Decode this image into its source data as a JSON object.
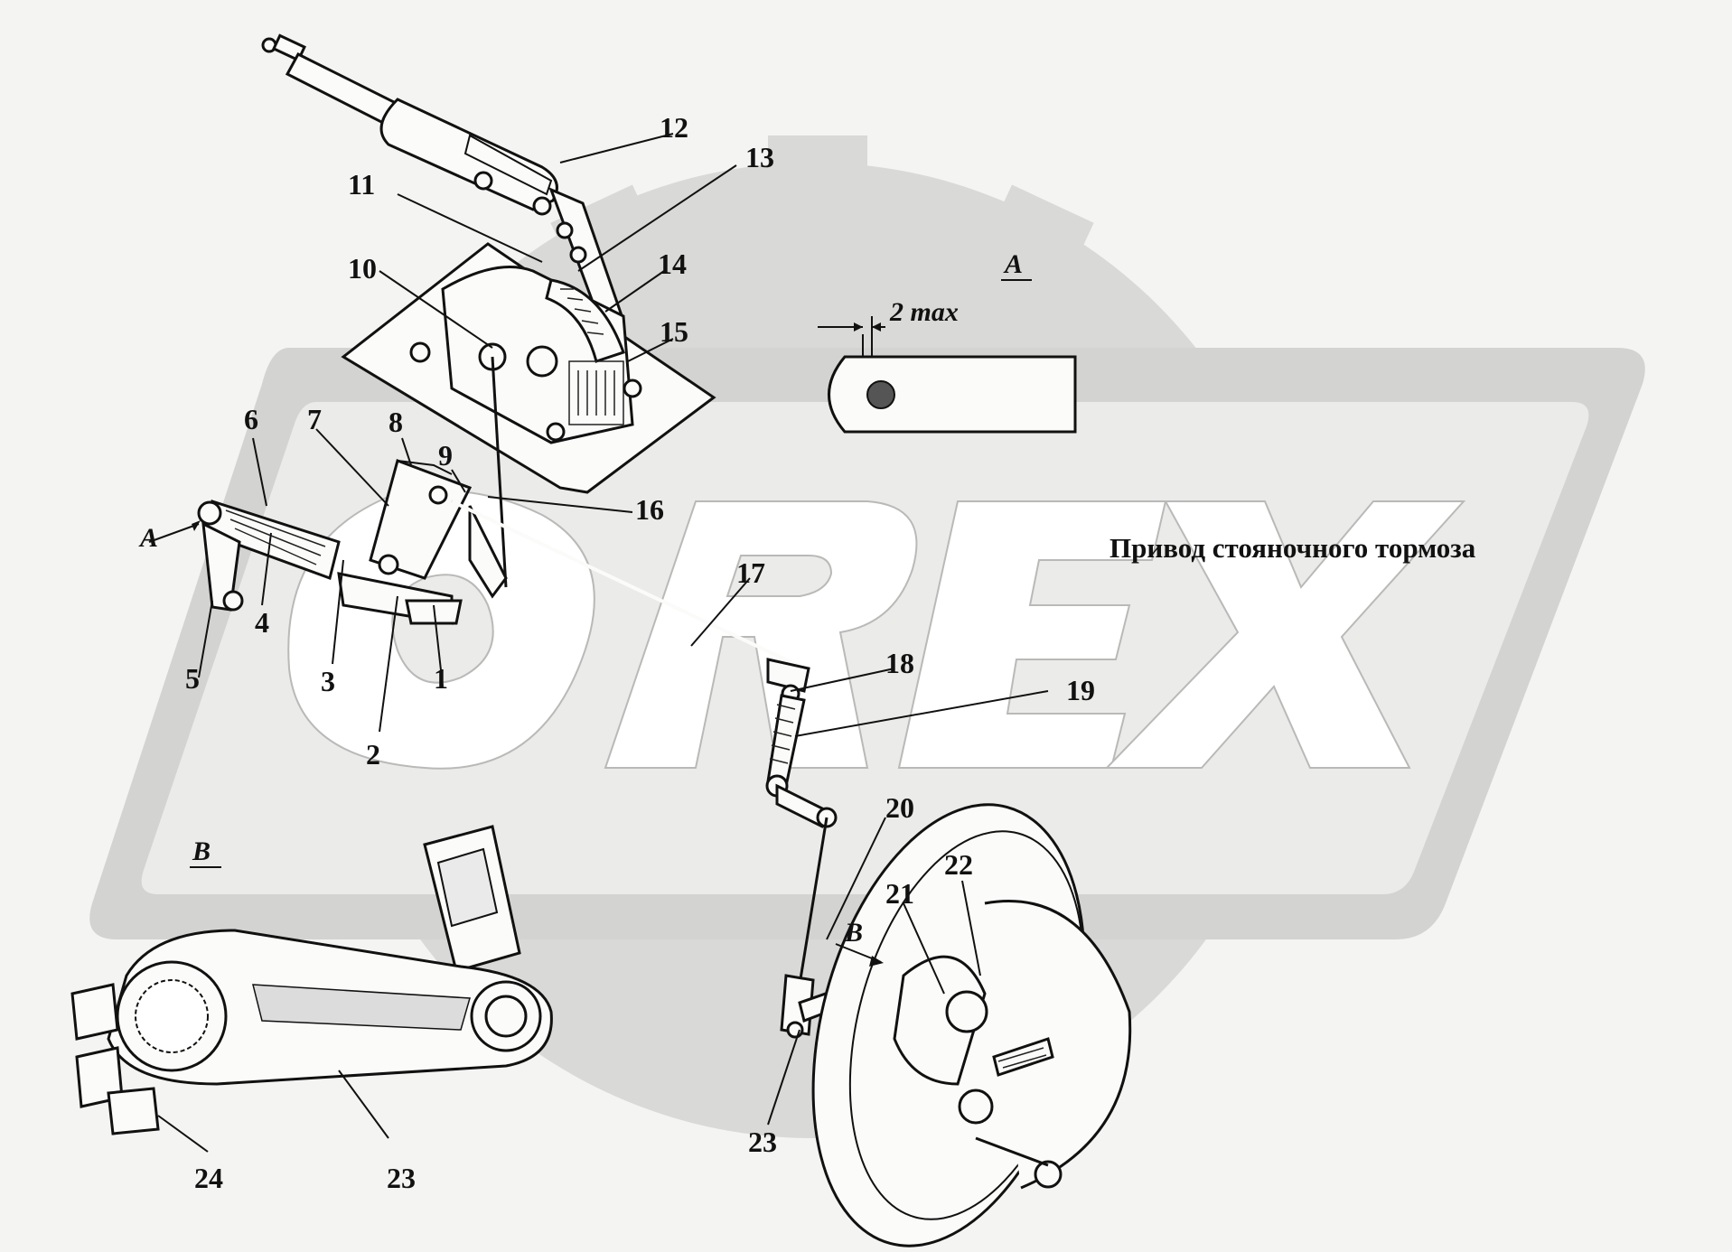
{
  "diagram": {
    "caption": "Привод стояночного тормоза",
    "watermark_text": "OREX",
    "view_labels": {
      "view_a_arrow": "A",
      "view_a_title": "A",
      "view_b_arrow": "B",
      "view_b_title": "B"
    },
    "dimension": "2 max",
    "callouts": [
      "1",
      "2",
      "3",
      "4",
      "5",
      "6",
      "7",
      "8",
      "9",
      "10",
      "11",
      "12",
      "13",
      "14",
      "15",
      "16",
      "17",
      "18",
      "19",
      "20",
      "21",
      "22",
      "23",
      "23",
      "24"
    ],
    "colors": {
      "background": "#f4f4f2",
      "watermark": "#d6d6d4",
      "linework": "#111111"
    }
  }
}
